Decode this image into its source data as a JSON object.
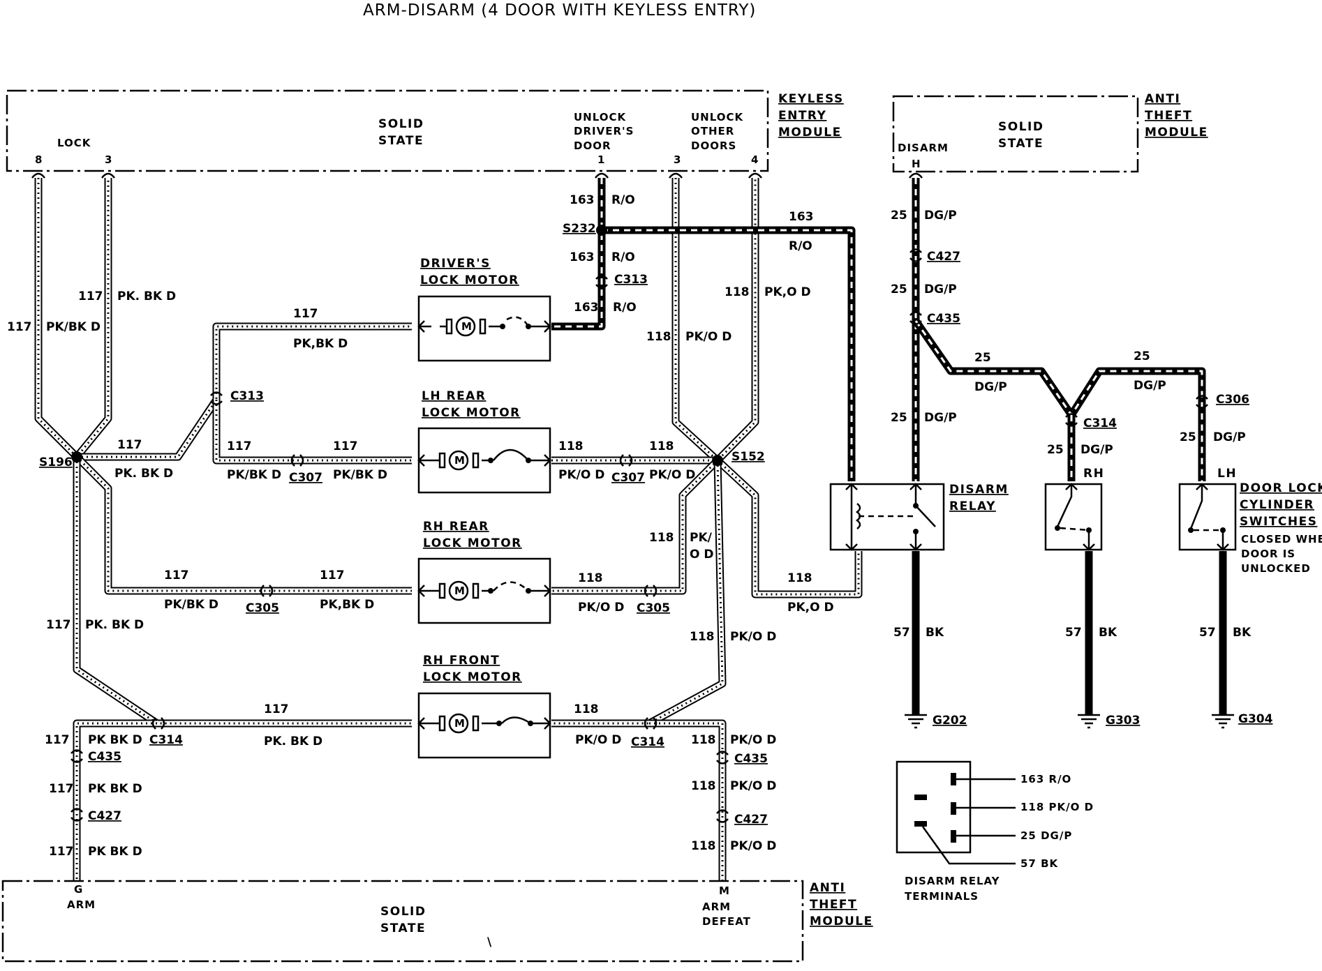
{
  "title": "ARM-DISARM (4 DOOR WITH KEYLESS ENTRY)",
  "keyless_module": {
    "name": [
      "KEYLESS",
      "ENTRY",
      "MODULE"
    ],
    "body": [
      "SOLID",
      "STATE"
    ],
    "lock": "LOCK",
    "pin_8": "8",
    "pin_3a": "3",
    "unlock_driver": [
      "UNLOCK",
      "DRIVER'S",
      "DOOR"
    ],
    "pin_1": "1",
    "unlock_other": [
      "UNLOCK",
      "OTHER",
      "DOORS"
    ],
    "pin_3b": "3",
    "pin_4": "4"
  },
  "anti_theft_top": {
    "name": [
      "ANTI",
      "THEFT",
      "MODULE"
    ],
    "body": [
      "SOLID",
      "STATE"
    ],
    "disarm": "DISARM",
    "pin_h": "H"
  },
  "anti_theft_bottom": {
    "name": [
      "ANTI",
      "THEFT",
      "MODULE"
    ],
    "body": [
      "SOLID",
      "STATE"
    ],
    "pin_g": "G",
    "arm": "ARM",
    "pin_m": "M",
    "arm_defeat": [
      "ARM",
      "DEFEAT"
    ],
    "mark": "\\"
  },
  "motors": {
    "drivers": [
      "DRIVER'S",
      "LOCK MOTOR"
    ],
    "lh_rear": [
      "LH REAR",
      "LOCK MOTOR"
    ],
    "rh_rear": [
      "RH REAR",
      "LOCK MOTOR"
    ],
    "rh_front": [
      "RH FRONT",
      "LOCK MOTOR"
    ],
    "m": "M"
  },
  "disarm_relay": [
    "DISARM",
    "RELAY"
  ],
  "door_switches": [
    "DOOR LOCK",
    "CYLINDER",
    "SWITCHES"
  ],
  "switch_note": [
    "CLOSED WHEN",
    "DOOR IS",
    "UNLOCKED"
  ],
  "sw_rh": "RH",
  "sw_lh": "LH",
  "splices": {
    "s196": "S196",
    "s152": "S152",
    "s232": "S232"
  },
  "connectors": {
    "c313": "C313",
    "c307": "C307",
    "c305": "C305",
    "c314": "C314",
    "c435": "C435",
    "c427": "C427",
    "c306": "C306"
  },
  "grounds": {
    "g202": "G202",
    "g303": "G303",
    "g304": "G304"
  },
  "wires": {
    "n117": "117",
    "c117_slash": "PK/BK D",
    "c117_comma": "PK,BK D",
    "c117_dot": "PK. BK D",
    "c117_space": "PK BK D",
    "n118": "118",
    "c118": "PK/O D",
    "c118_comma": "PK,O D",
    "c118_split": [
      "PK/",
      "O D"
    ],
    "n163": "163",
    "c163": "R/O",
    "n25": "25",
    "c25": "DG/P",
    "n57": "57",
    "c57": "BK"
  },
  "terminals": {
    "t163": "163 R/O",
    "t118": "118 PK/O  D",
    "t25": "25 DG/P",
    "t57": "57 BK",
    "caption": [
      "DISARM RELAY",
      "TERMINALS"
    ]
  }
}
